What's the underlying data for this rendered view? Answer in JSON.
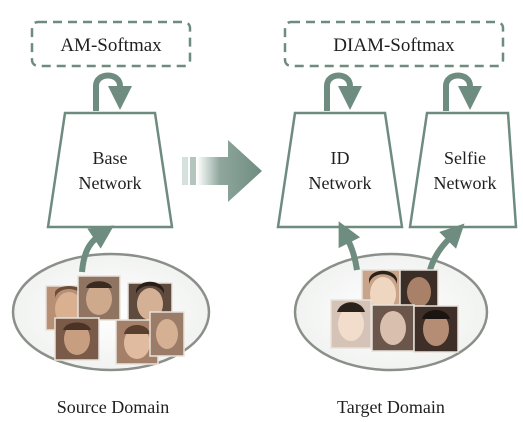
{
  "loss_heads": {
    "source": "AM-Softmax",
    "target": "DIAM-Softmax"
  },
  "networks": {
    "base": [
      "Base",
      "Network"
    ],
    "id": [
      "ID",
      "Network"
    ],
    "selfie": [
      "Selfie",
      "Network"
    ]
  },
  "domains": {
    "source": "Source Domain",
    "target": "Target Domain"
  },
  "colors": {
    "stroke": "#6e8b7f",
    "arrow": "#6f8c80",
    "ellipse_stroke": "#8a8f8a",
    "text": "#1f1f1f"
  },
  "icons": {
    "transfer_arrow": "big-right-arrow",
    "feedback": "loop-arrow",
    "faces": "face-photo-thumbnails"
  }
}
